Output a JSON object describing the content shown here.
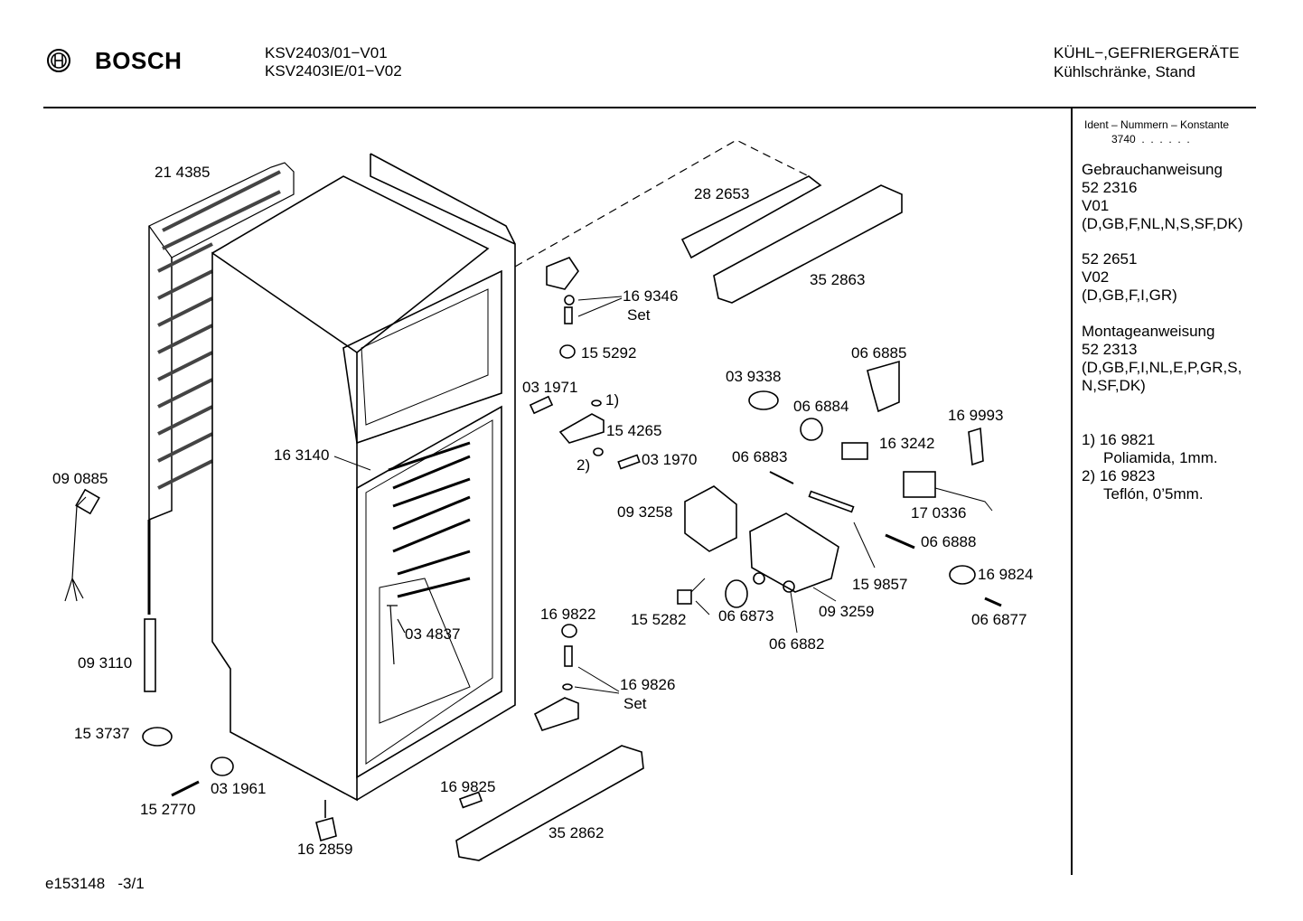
{
  "header": {
    "brand": "BOSCH",
    "model_1": "KSV2403/01−V01",
    "model_2": "KSV2403IE/01−V02",
    "category_1": "KÜHL−,GEFRIERGERÄTE",
    "category_2": "Kühlschränke, Stand"
  },
  "sidebar": {
    "ident_label": "Ident – Nummern – Konstante",
    "ident_value": "3740  .  .  .  .  .  .",
    "blocks": [
      {
        "l1": "Gebrauchanweisung",
        "l2": "52 2316",
        "l3": "V01",
        "l4": "(D,GB,F,NL,N,S,SF,DK)"
      },
      {
        "l1": "52 2651",
        "l2": "V02",
        "l3": "(D,GB,F,I,GR)"
      },
      {
        "l1": "Montageanweisung",
        "l2": "52 2313",
        "l3": "(D,GB,F,I,NL,E,P,GR,S,",
        "l4": "N,SF,DK)"
      }
    ],
    "notes": [
      {
        "n": "1) 16 9821",
        "d": "Poliamida, 1mm."
      },
      {
        "n": "2) 16 9823",
        "d": "Teflón, 0’5mm."
      }
    ]
  },
  "footer": {
    "code": "e153148   -3/1"
  },
  "parts": {
    "p214385": "21 4385",
    "p282653": "28 2653",
    "p352863": "35 2863",
    "p169346": "16 9346",
    "p169346set": "Set",
    "p155292": "15 5292",
    "p066885": "06 6885",
    "p039338": "03 9338",
    "p066884": "06 6884",
    "p031971": "03 1971",
    "p1": "1)",
    "p154265": "15 4265",
    "p2": "2)",
    "p031970": "03 1970",
    "p163140": "16 3140",
    "p163242": "16 3242",
    "p169993": "16 9993",
    "p066883": "06 6883",
    "p090885": "09 0885",
    "p093258": "09 3258",
    "p170336": "17 0336",
    "p066888": "06 6888",
    "p159857": "15 9857",
    "p169824": "16 9824",
    "p169822": "16 9822",
    "p155282": "15 5282",
    "p066873": "06 6873",
    "p093259": "09 3259",
    "p066877": "06 6877",
    "p034837": "03 4837",
    "p066882": "06 6882",
    "p093110": "09 3110",
    "p169826": "16 9826",
    "p169826set": "Set",
    "p153737": "15 3737",
    "p031961": "03 1961",
    "p152770": "15 2770",
    "p169825": "16 9825",
    "p352862": "35 2862",
    "p162859": "16 2859"
  }
}
